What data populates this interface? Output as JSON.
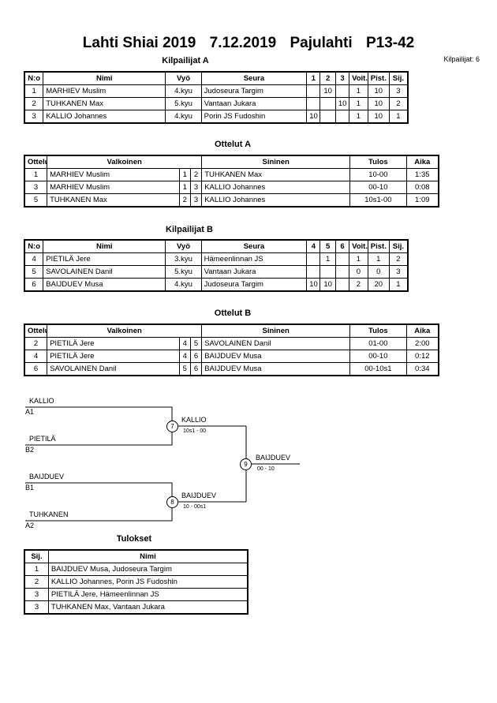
{
  "header": {
    "event": "Lahti Shiai 2019",
    "date": "7.12.2019",
    "place": "Pajulahti",
    "category": "P13-42",
    "competitors_count": "Kilpailijat: 6"
  },
  "pool_a": {
    "title": "Kilpailijat A",
    "headers": [
      "N:o",
      "Nimi",
      "Vyö",
      "Seura",
      "1",
      "2",
      "3",
      "Voit.",
      "Pist.",
      "Sij."
    ],
    "rows": [
      [
        "1",
        "MARHIEV Muslim",
        "4.kyu",
        "Judoseura Targim",
        "",
        "10",
        "",
        "1",
        "10",
        "3"
      ],
      [
        "2",
        "TUHKANEN Max",
        "5.kyu",
        "Vantaan Jukara",
        "",
        "",
        "10",
        "1",
        "10",
        "2"
      ],
      [
        "3",
        "KALLIO Johannes",
        "4.kyu",
        "Porin JS Fudoshin",
        "10",
        "",
        "",
        "1",
        "10",
        "1"
      ]
    ]
  },
  "matches_a": {
    "title": "Ottelut A",
    "headers": [
      "Ottelu",
      "Valkoinen",
      "Sininen",
      "Tulos",
      "Aika"
    ],
    "rows": [
      [
        "1",
        "MARHIEV Muslim",
        "1",
        "2",
        "TUHKANEN Max",
        "10-00",
        "1:35"
      ],
      [
        "3",
        "MARHIEV Muslim",
        "1",
        "3",
        "KALLIO Johannes",
        "00-10",
        "0:08"
      ],
      [
        "5",
        "TUHKANEN Max",
        "2",
        "3",
        "KALLIO Johannes",
        "10s1-00",
        "1:09"
      ]
    ]
  },
  "pool_b": {
    "title": "Kilpailijat B",
    "headers": [
      "N:o",
      "Nimi",
      "Vyö",
      "Seura",
      "4",
      "5",
      "6",
      "Voit.",
      "Pist.",
      "Sij."
    ],
    "rows": [
      [
        "4",
        "PIETILÄ Jere",
        "3.kyu",
        "Hämeenlinnan JS",
        "",
        "1",
        "",
        "1",
        "1",
        "2"
      ],
      [
        "5",
        "SAVOLAINEN Danil",
        "5.kyu",
        "Vantaan Jukara",
        "",
        "",
        "",
        "0",
        "0",
        "3"
      ],
      [
        "6",
        "BAIJDUEV Musa",
        "4.kyu",
        "Judoseura Targim",
        "10",
        "10",
        "",
        "2",
        "20",
        "1"
      ]
    ]
  },
  "matches_b": {
    "title": "Ottelut B",
    "headers": [
      "Ottelu",
      "Valkoinen",
      "Sininen",
      "Tulos",
      "Aika"
    ],
    "rows": [
      [
        "2",
        "PIETILÄ Jere",
        "4",
        "5",
        "SAVOLAINEN Danil",
        "01-00",
        "2:00"
      ],
      [
        "4",
        "PIETILÄ Jere",
        "4",
        "6",
        "BAIJDUEV Musa",
        "00-10",
        "0:12"
      ],
      [
        "6",
        "SAVOLAINEN Danil",
        "5",
        "6",
        "BAIJDUEV Musa",
        "00-10s1",
        "0:34"
      ]
    ]
  },
  "bracket": {
    "semi1": {
      "top_name": "KALLIO",
      "top_seed": "A1",
      "bottom_name": "PIETILÄ",
      "bottom_seed": "B2",
      "match": "7",
      "winner": "KALLIO",
      "score": "10s1 - 00"
    },
    "semi2": {
      "top_name": "BAIJDUEV",
      "top_seed": "B1",
      "bottom_name": "TUHKANEN",
      "bottom_seed": "A2",
      "match": "8",
      "winner": "BAIJDUEV",
      "score": "10 - 00s1"
    },
    "final": {
      "match": "9",
      "winner": "BAIJDUEV",
      "score": "00 - 10"
    }
  },
  "results": {
    "title": "Tulokset",
    "headers": [
      "Sij.",
      "Nimi"
    ],
    "rows": [
      [
        "1",
        "BAIJDUEV Musa, Judoseura Targim"
      ],
      [
        "2",
        "KALLIO Johannes, Porin JS Fudoshin"
      ],
      [
        "3",
        "PIETILÄ Jere, Hämeenlinnan JS"
      ],
      [
        "3",
        "TUHKANEN Max, Vantaan Jukara"
      ]
    ]
  }
}
